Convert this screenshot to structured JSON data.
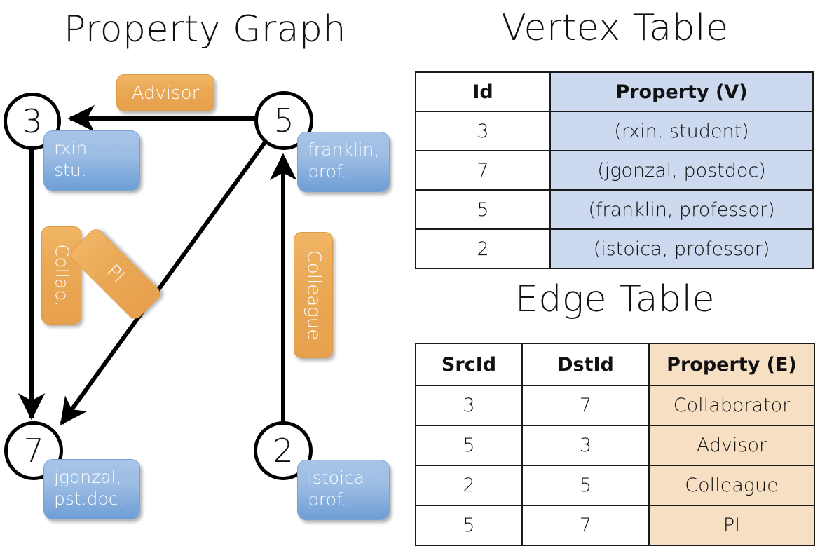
{
  "titles": {
    "property_graph": "Property Graph",
    "vertex_table": "Vertex Table",
    "edge_table": "Edge Table"
  },
  "graph": {
    "nodes": [
      {
        "id": "3",
        "property_label": "rxin\nstu."
      },
      {
        "id": "5",
        "property_label": "franklin,\nprof."
      },
      {
        "id": "7",
        "property_label": "jgonzal,\npst.doc."
      },
      {
        "id": "2",
        "property_label": "istoica\nprof."
      }
    ],
    "node_labels": {
      "n3": "3",
      "n5": "5",
      "n7": "7",
      "n2": "2"
    },
    "vertex_prop_boxes": {
      "rxin_line1": "rxin",
      "rxin_line2": "stu.",
      "franklin_line1": "franklin,",
      "franklin_line2": "prof.",
      "jgonzal_line1": "jgonzal,",
      "jgonzal_line2": "pst.doc.",
      "istoica_line1": "istoica",
      "istoica_line2": "prof."
    },
    "edge_labels": {
      "advisor": "Advisor",
      "collab": "Collab.",
      "pi": "PI",
      "colleague": "Colleague"
    },
    "edges": [
      {
        "from": "5",
        "to": "3",
        "label": "Advisor"
      },
      {
        "from": "3",
        "to": "7",
        "label": "Collab."
      },
      {
        "from": "5",
        "to": "7",
        "label": "PI"
      },
      {
        "from": "2",
        "to": "5",
        "label": "Colleague"
      }
    ]
  },
  "vertex_table": {
    "headers": [
      "Id",
      "Property (V)"
    ],
    "rows": [
      {
        "id": "3",
        "property": "(rxin, student)"
      },
      {
        "id": "7",
        "property": "(jgonzal, postdoc)"
      },
      {
        "id": "5",
        "property": "(franklin, professor)"
      },
      {
        "id": "2",
        "property": "(istoica, professor)"
      }
    ]
  },
  "edge_table": {
    "headers": [
      "SrcId",
      "DstId",
      "Property (E)"
    ],
    "rows": [
      {
        "src": "3",
        "dst": "7",
        "property": "Collaborator"
      },
      {
        "src": "5",
        "dst": "3",
        "property": "Advisor"
      },
      {
        "src": "2",
        "dst": "5",
        "property": "Colleague"
      },
      {
        "src": "5",
        "dst": "7",
        "property": "PI"
      }
    ]
  },
  "colors": {
    "vertex_property_fill": "#ccd9ef",
    "edge_property_fill": "#f7dfc4",
    "vertex_box_blue": "#8fb4e0",
    "edge_box_orange": "#eaa855",
    "stroke": "#000000"
  }
}
